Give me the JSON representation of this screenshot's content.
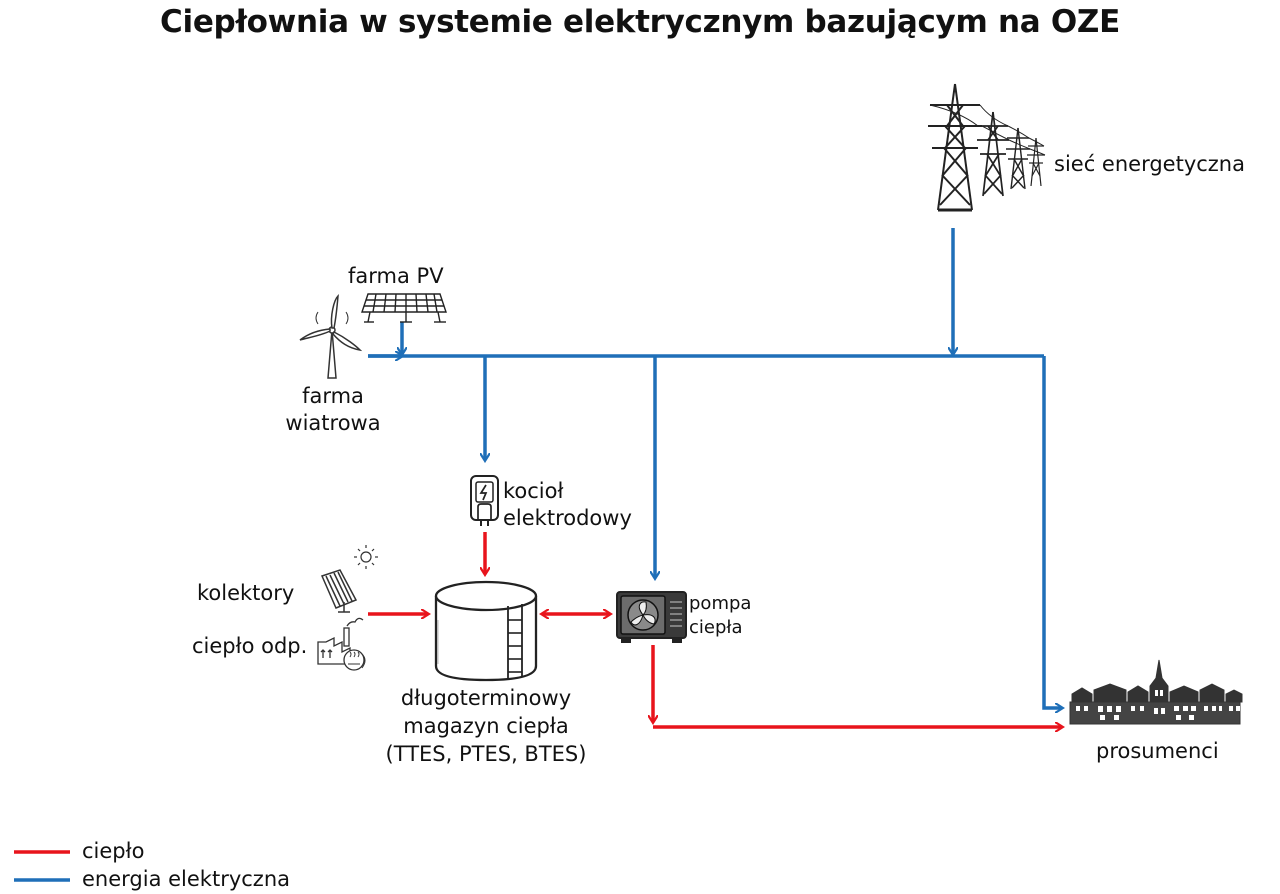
{
  "title": "Ciepłownia w systemie elektrycznym bazującym na OZE",
  "nodes": {
    "grid": "sieć energetyczna",
    "pv": "farma PV",
    "wind_line1": "farma",
    "wind_line2": "wiatrowa",
    "boiler_line1": "kocioł",
    "boiler_line2": "elektrodowy",
    "collectors": "kolektory",
    "waste_heat": "ciepło odp.",
    "storage_line1": "długoterminowy",
    "storage_line2": "magazyn ciepła",
    "storage_line3": "(TTES, PTES, BTES)",
    "heatpump_line1": "pompa",
    "heatpump_line2": "ciepła",
    "prosumers": "prosumenci"
  },
  "legend": {
    "heat": "ciepło",
    "electricity": "energia elektryczna"
  },
  "colors": {
    "heat": "#e8141c",
    "electricity": "#1f6fb8"
  },
  "icons": [
    "power-pylon-icon",
    "solar-panel-icon",
    "wind-turbine-icon",
    "electrode-boiler-icon",
    "sun-icon",
    "solar-collector-icon",
    "factory-icon",
    "storage-tank-icon",
    "heat-pump-icon",
    "town-icon"
  ]
}
